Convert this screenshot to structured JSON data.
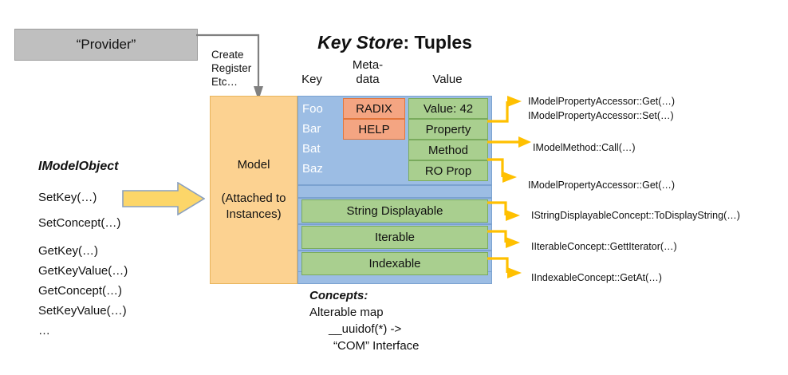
{
  "provider": {
    "label": "“Provider”",
    "connector_label": "Create\nRegister\nEtc…",
    "connector_lines": [
      "Create",
      "Register",
      "Etc…"
    ]
  },
  "title": {
    "emphasis": "Key Store",
    "rest": ": Tuples",
    "full": "Key Store: Tuples"
  },
  "columns": {
    "key": "Key",
    "metadata_line1": "Meta-",
    "metadata_line2": "data",
    "value": "Value"
  },
  "model": {
    "name": "Model",
    "sub_line1": "(Attached to",
    "sub_line2": "Instances)"
  },
  "tuples": {
    "keys": [
      "Foo",
      "Bar",
      "Bat",
      "Baz"
    ],
    "metadata": [
      "RADIX",
      "HELP"
    ],
    "values": [
      "Value: 42",
      "Property",
      "Method",
      "RO Prop"
    ],
    "concept_rows": [
      "String Displayable",
      "Iterable",
      "Indexable"
    ]
  },
  "concepts": {
    "header": "Concepts:",
    "lines": [
      "Alterable map",
      "__uuidof(*) ->",
      "“COM” Interface"
    ]
  },
  "imodelobject": {
    "title": "IModelObject",
    "methods_group1": [
      "SetKey(…)",
      "SetConcept(…)"
    ],
    "methods_group2": [
      "GetKey(…)",
      "GetKeyValue(…)",
      "GetConcept(…)",
      "SetKeyValue(…)",
      "…"
    ]
  },
  "annotations": [
    {
      "id": "prop-get",
      "text": "IModelPropertyAccessor::Get(…)"
    },
    {
      "id": "prop-set",
      "text": "IModelPropertyAccessor::Set(…)"
    },
    {
      "id": "method-call",
      "text": "IModelMethod::Call(…)"
    },
    {
      "id": "roprop-get",
      "text": "IModelPropertyAccessor::Get(…)"
    },
    {
      "id": "string-displayable",
      "text": "IStringDisplayableConcept::ToDisplayString(…)"
    },
    {
      "id": "iterable",
      "text": "IIterableConcept::GettIterator(…)"
    },
    {
      "id": "indexable",
      "text": "IIndexableConcept::GetAt(…)"
    }
  ],
  "colors": {
    "provider_fill": "#bfbfbf",
    "provider_stroke": "#9c9c9c",
    "model_fill": "#fcd291",
    "model_stroke": "#e8b55c",
    "blue_fill": "#9cbde4",
    "blue_stroke": "#7ba2d0",
    "orange_fill": "#f4a582",
    "orange_stroke": "#e2763c",
    "green_fill": "#a9cf8f",
    "green_stroke": "#7aab5d",
    "arrow_yellow": "#ffc000",
    "big_arrow_fill": "#fcd669",
    "big_arrow_stroke": "#8aa0bf",
    "connector_gray": "#808080"
  }
}
